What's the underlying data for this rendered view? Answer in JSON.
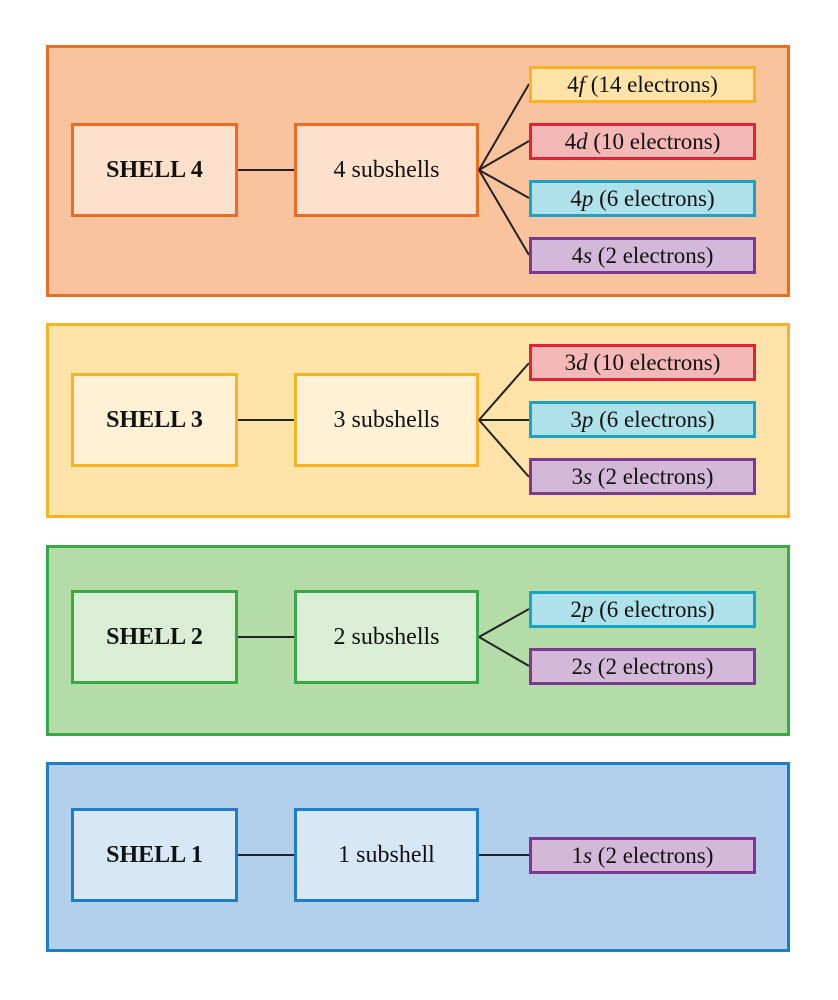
{
  "shells": [
    {
      "shell_label": "SHELL 4",
      "subshell_label": "4 subshells",
      "orbitals": [
        {
          "n": "4",
          "letter": "f",
          "electrons": " (14 electrons)",
          "color": "#f8b322"
        },
        {
          "n": "4",
          "letter": "d",
          "electrons": " (10 electrons)",
          "color": "#e0233b"
        },
        {
          "n": "4",
          "letter": "p",
          "electrons": " (6 electrons)",
          "color": "#1aa3c6"
        },
        {
          "n": "4",
          "letter": "s",
          "electrons": " (2 electrons)",
          "color": "#7a3a8f"
        }
      ],
      "panel_color": "#f9c39d",
      "border_color": "#ec6c24"
    },
    {
      "shell_label": "SHELL 3",
      "subshell_label": "3 subshells",
      "orbitals": [
        {
          "n": "3",
          "letter": "d",
          "electrons": " (10 electrons)",
          "color": "#e0233b"
        },
        {
          "n": "3",
          "letter": "p",
          "electrons": " (6 electrons)",
          "color": "#1aa3c6"
        },
        {
          "n": "3",
          "letter": "s",
          "electrons": " (2 electrons)",
          "color": "#7a3a8f"
        }
      ],
      "panel_color": "#ffe3a8",
      "border_color": "#f8b322"
    },
    {
      "shell_label": "SHELL 2",
      "subshell_label": "2 subshells",
      "orbitals": [
        {
          "n": "2",
          "letter": "p",
          "electrons": " (6 electrons)",
          "color": "#1aa3c6"
        },
        {
          "n": "2",
          "letter": "s",
          "electrons": " (2 electrons)",
          "color": "#7a3a8f"
        }
      ],
      "panel_color": "#b4dca9",
      "border_color": "#3aa845"
    },
    {
      "shell_label": "SHELL 1",
      "subshell_label": "1 subshell",
      "orbitals": [
        {
          "n": "1",
          "letter": "s",
          "electrons": " (2 electrons)",
          "color": "#7a3a8f"
        }
      ],
      "panel_color": "#b2d0ec",
      "border_color": "#1d7dc6"
    }
  ]
}
